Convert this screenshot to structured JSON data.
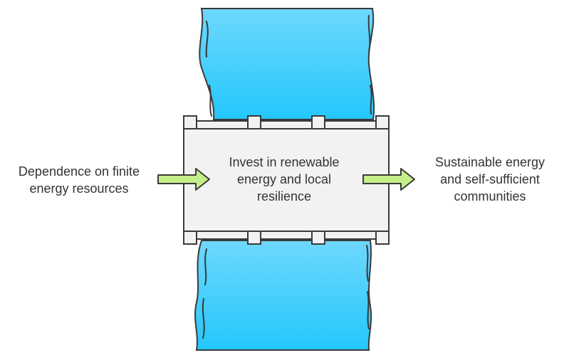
{
  "diagram": {
    "input_label": "Dependence on finite\nenergy resources",
    "bridge_label": "Invest in renewable\nenergy and local\nresilience",
    "output_label": "Sustainable energy\nand self-sufficient\ncommunities"
  },
  "colors": {
    "river_top": "#6ed8fd",
    "river_bottom": "#24c7fc",
    "bridge_fill": "#f2f2f2",
    "outline": "#3a3a3a",
    "arrow_fill": "#c6ef8a",
    "text": "#333333"
  }
}
